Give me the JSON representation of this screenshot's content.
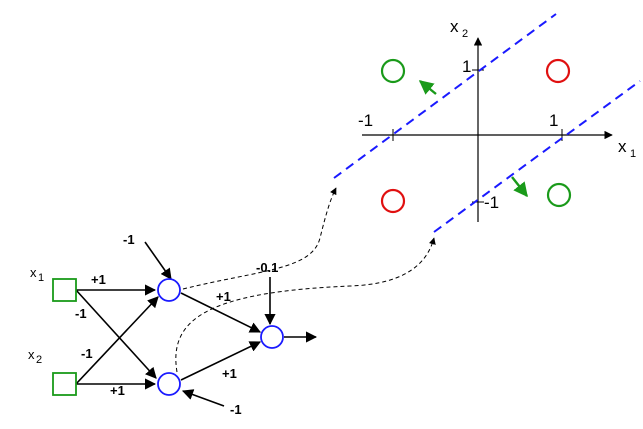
{
  "network": {
    "inputs": [
      {
        "label": "x",
        "sub": "1"
      },
      {
        "label": "x",
        "sub": "2"
      }
    ],
    "weights": {
      "x1_h1": "+1",
      "x1_h2": "-1",
      "x2_h1": "-1",
      "x2_h2": "+1",
      "h1_out": "+1",
      "h2_out": "+1"
    },
    "biases": {
      "h1": "-1",
      "h2": "-1",
      "out": "-0.1"
    }
  },
  "plot": {
    "x_axis": {
      "label": "x",
      "sub": "1"
    },
    "y_axis": {
      "label": "x",
      "sub": "2"
    },
    "ticks": {
      "x_neg": "-1",
      "x_pos": "1",
      "y_pos": "1",
      "y_neg": "-1"
    },
    "points": [
      {
        "x": -1,
        "y": 1,
        "class": "green"
      },
      {
        "x": 1,
        "y": 1,
        "class": "red"
      },
      {
        "x": -1,
        "y": -1,
        "class": "red"
      },
      {
        "x": 1,
        "y": -1,
        "class": "green"
      }
    ]
  },
  "colors": {
    "input_node": "#1a9a1a",
    "hidden_node": "#1a1aff",
    "boundary_line": "#1a1aff",
    "green_point": "#1a9a1a",
    "red_point": "#e01010",
    "arrow_green": "#1a9a1a"
  }
}
